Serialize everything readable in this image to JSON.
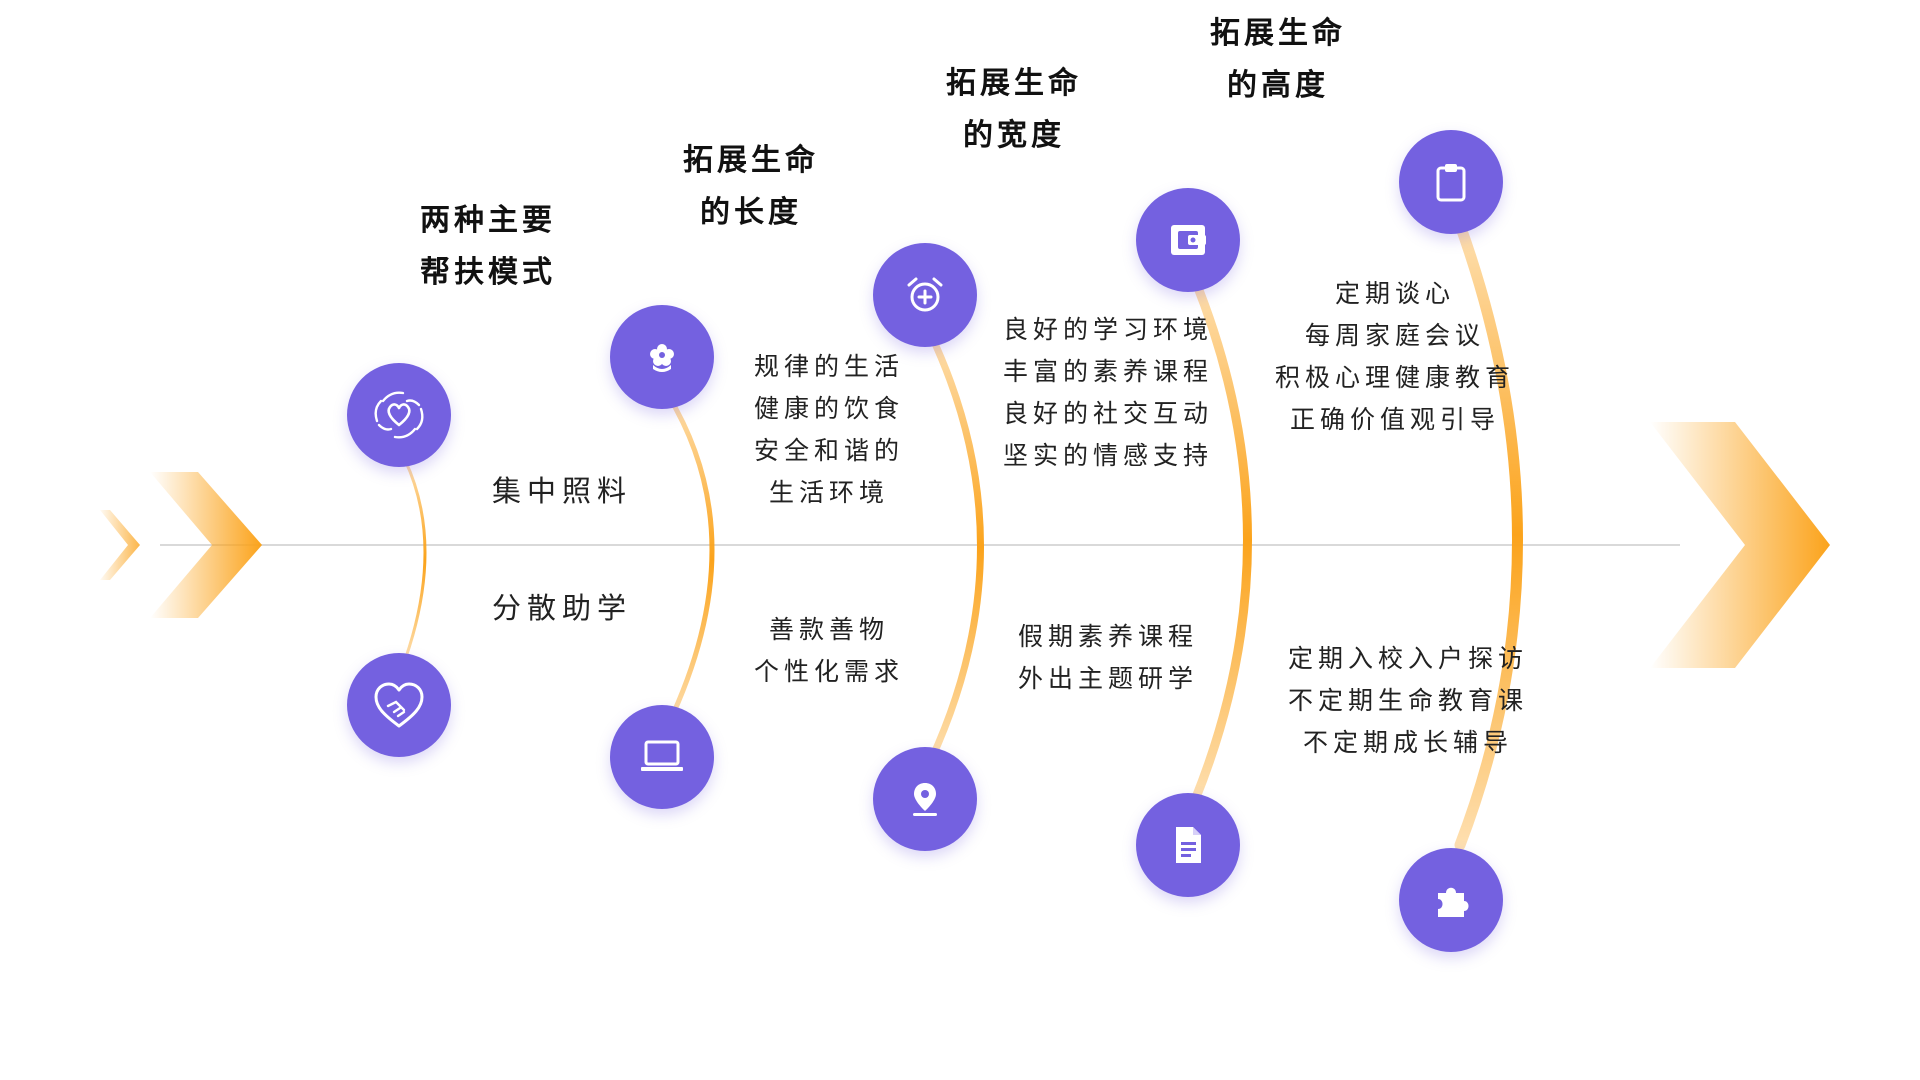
{
  "colors": {
    "accent_purple": "#7461e0",
    "accent_orange": "#fba31b",
    "axis_line": "#d9d9d9"
  },
  "columns": [
    {
      "heading": [
        "两种主要",
        "帮扶模式"
      ],
      "top_icon": "hands-heart-icon",
      "bottom_icon": "heart-handshake-icon",
      "upper_text": [
        "集中照料"
      ],
      "lower_text": [
        "分散助学"
      ]
    },
    {
      "heading": [
        "拓展生命",
        "的长度"
      ],
      "top_icon": "flower-icon",
      "bottom_icon": "laptop-icon",
      "upper_text": [
        "规律的生活",
        "健康的饮食",
        "安全和谐的",
        "生活环境"
      ],
      "lower_text": [
        "善款善物",
        "个性化需求"
      ]
    },
    {
      "heading": [
        "拓展生命",
        "的宽度"
      ],
      "top_icon": "alarm-clock-icon",
      "bottom_icon": "location-pin-icon",
      "upper_text": [
        "良好的学习环境",
        "丰富的素养课程",
        "良好的社交互动",
        "坚实的情感支持"
      ],
      "lower_text": [
        "假期素养课程",
        "外出主题研学"
      ]
    },
    {
      "heading": [
        "拓展生命",
        "的高度"
      ],
      "top_icon": "wallet-icon",
      "bottom_icon": "document-icon",
      "upper_text": [
        "定期谈心",
        "每周家庭会议",
        "积极心理健康教育",
        "正确价值观引导"
      ],
      "lower_text": [
        "定期入校入户探访",
        "不定期生命教育课",
        "不定期成长辅导"
      ]
    },
    {
      "top_icon": "clipboard-icon",
      "bottom_icon": "puzzle-icon"
    }
  ]
}
